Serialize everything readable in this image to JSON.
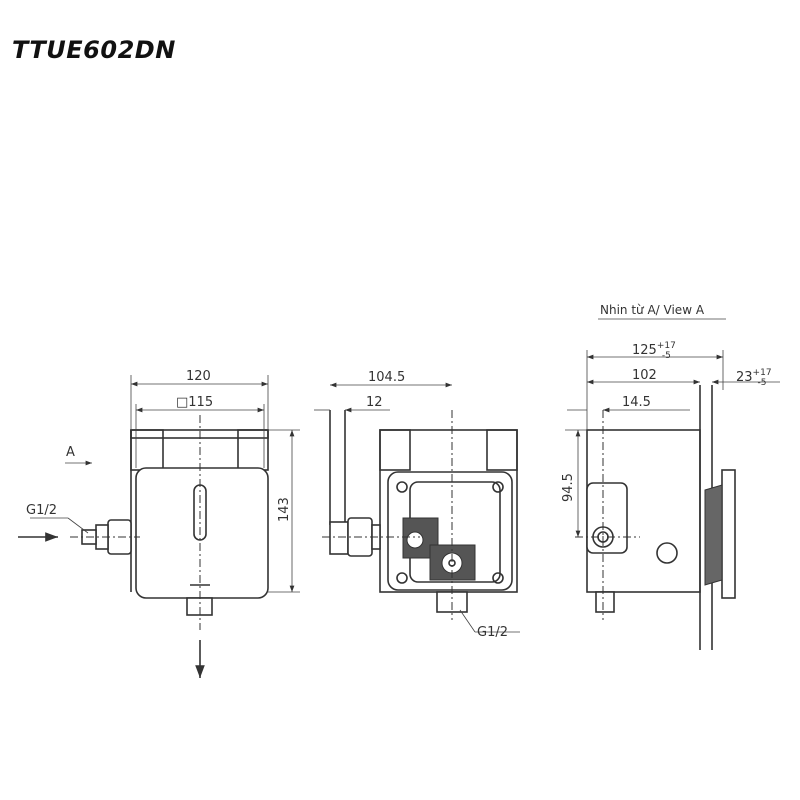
{
  "title": "TTUE602DN",
  "view_a_caption": "Nhin từ A/ View A",
  "front_view": {
    "width": "120",
    "square": "□115",
    "height": "143",
    "arrow_label": "A",
    "inlet": "G1/2"
  },
  "side_view": {
    "depth": "104.5",
    "offset": "12",
    "outlet": "G1/2"
  },
  "view_a": {
    "total": "125",
    "total_tol_plus": "+17",
    "total_tol_minus": "-5",
    "body": "102",
    "flange": "23",
    "flange_tol_plus": "+17",
    "flange_tol_minus": "-5",
    "inlet_offset": "14.5",
    "inlet_height": "94.5"
  }
}
